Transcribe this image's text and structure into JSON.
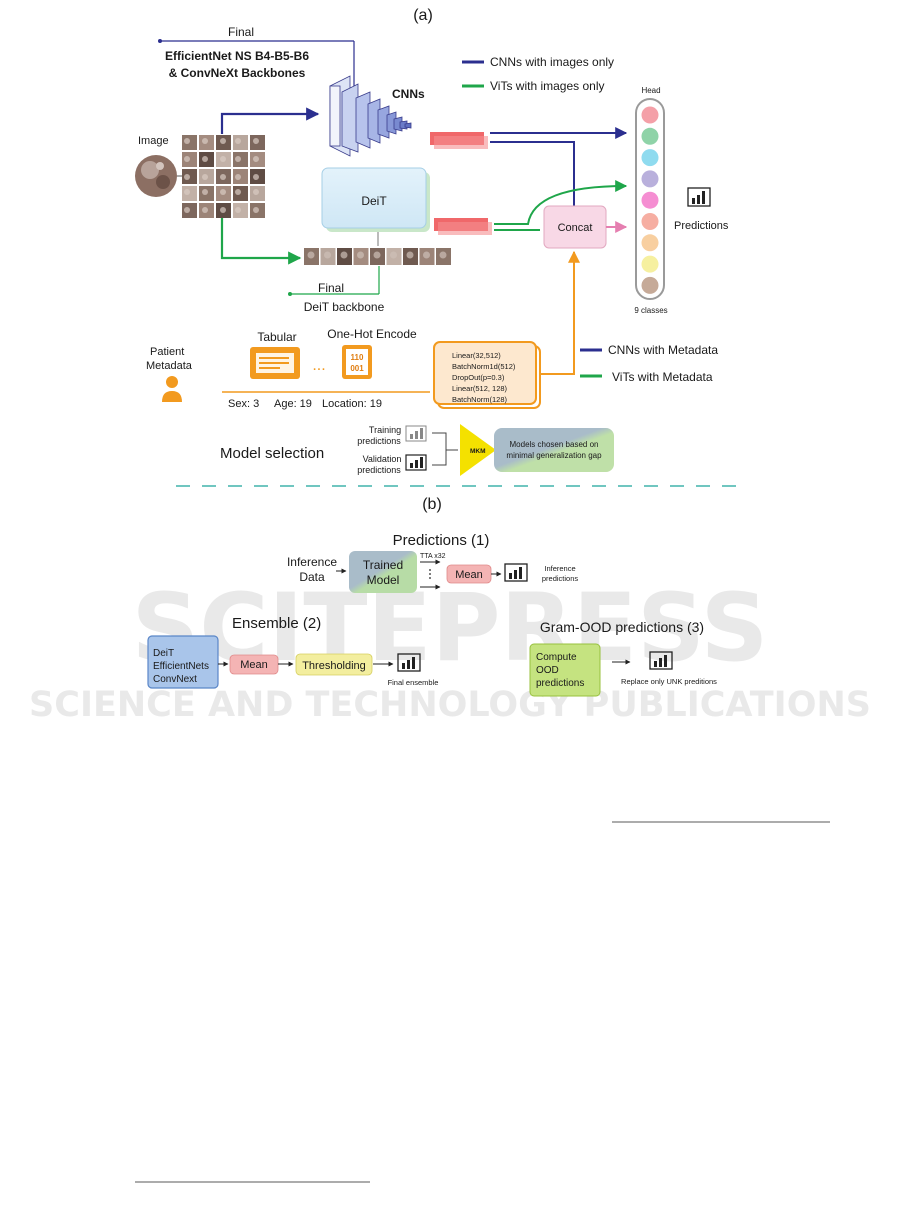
{
  "panel_a": {
    "label": "(a)",
    "final_cnn_label": "Final",
    "cnn_backbones_line1": "EfficientNet NS B4-B5-B6",
    "cnn_backbones_line2": "& ConvNeXt  Backbones",
    "cnns_label": "CNNs",
    "image_label": "Image",
    "deit_label": "DeiT",
    "final_deit_label": "Final",
    "deit_backbone_label": "DeiT backbone",
    "concat_label": "Concat",
    "head_label": "Head",
    "classes_label": "9 classes",
    "predictions_label": "Predictions",
    "legend": [
      {
        "label": "CNNs with images only",
        "color": "#2b2f8f"
      },
      {
        "label": "ViTs with images only",
        "color": "#1fa64a"
      },
      {
        "label": "CNNs with Metadata",
        "color": "#2b2f8f"
      },
      {
        "label": "ViTs with Metadata",
        "color": "#1fa64a"
      }
    ],
    "patient_label_1": "Patient",
    "patient_label_2": "Metadata",
    "tabular_label": "Tabular",
    "ellipsis": "...",
    "onehot_label": "One-Hot Encode",
    "onehot_glyph_1": "110",
    "onehot_glyph_2": "001",
    "meta_stats": [
      "Sex: 3",
      "Age: 19",
      "Location: 19"
    ],
    "mlp_layers": [
      "Linear(32,512)",
      "BatchNorm1d(512)",
      "DropOut(p=0.3)",
      "Linear(512, 128)",
      "BatchNorm(128)"
    ],
    "model_selection_label": "Model selection",
    "training_pred_1": "Training",
    "training_pred_2": "predictions",
    "validation_pred_1": "Validation",
    "validation_pred_2": "predictions",
    "mkm_label": "MKM",
    "models_chosen_1": "Models chosen based on",
    "models_chosen_2": "minimal generalization gap",
    "head_colors": [
      "#f4a0a8",
      "#8fd3a8",
      "#8fdbef",
      "#b9b0dc",
      "#f58ed2",
      "#f6aea2",
      "#f8cfa0",
      "#f6f0a0",
      "#c6aa98"
    ]
  },
  "panel_b": {
    "label": "(b)",
    "predictions_title": "Predictions (1)",
    "inference_1": "Inference",
    "inference_2": "Data",
    "trained_1": "Trained",
    "trained_2": "Model",
    "tta_label": "TTA x32",
    "mean_label": "Mean",
    "inference_pred_1": "Inference",
    "inference_pred_2": "predictions",
    "ensemble_title": "Ensemble (2)",
    "ensemble_models": [
      "DeiT",
      "EfficientNets",
      "ConvNext"
    ],
    "mean2_label": "Mean",
    "thresholding_label": "Thresholding",
    "final_ensemble_label": "Final ensemble",
    "gram_title": "Gram-OOD predictions (3)",
    "compute_lines": [
      "Compute",
      "OOD",
      "predictions"
    ],
    "replace_label": "Replace only UNK preditions"
  },
  "watermark": {
    "line1": "SCITEPRESS",
    "line2": "SCIENCE AND TECHNOLOGY PUBLICATIONS"
  }
}
